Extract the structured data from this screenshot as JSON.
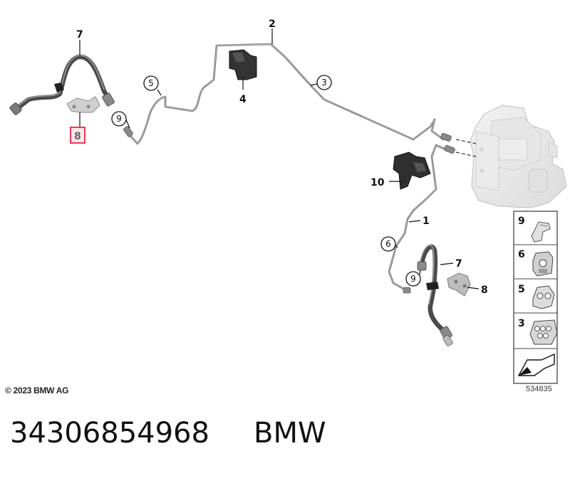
{
  "copyright": "© 2023 BMW AG",
  "diagram_id": "534835",
  "part_number": "34306854968",
  "brand": "BMW",
  "highlight_color": "#e2001a",
  "callouts": {
    "c7a": "7",
    "c8a": "8",
    "c9a": "9",
    "c5": "5",
    "c2": "2",
    "c4": "4",
    "c3": "3",
    "c10": "10",
    "c1": "1",
    "c6": "6",
    "c7b": "7",
    "c9b": "9",
    "c8b": "8"
  },
  "legend": {
    "items": [
      {
        "number": "9",
        "icon": "clip-icon"
      },
      {
        "number": "6",
        "icon": "pipe-holder-icon"
      },
      {
        "number": "5",
        "icon": "double-clip-icon"
      },
      {
        "number": "3",
        "icon": "multi-clip-icon"
      }
    ],
    "arrow_icon": "arrow-icon"
  }
}
